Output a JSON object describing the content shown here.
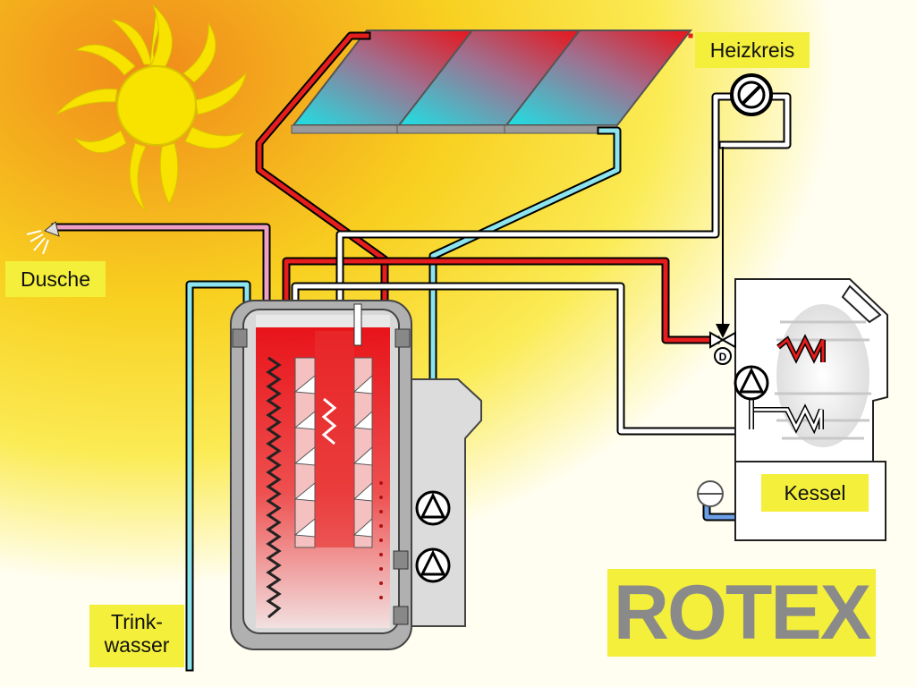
{
  "labels": {
    "heizkreis": "Heizkreis",
    "dusche": "Dusche",
    "kessel": "Kessel",
    "trinkwasser": "Trink-\nwasser",
    "valve_marker": "D"
  },
  "logo": {
    "text": "ROTEX"
  },
  "colors": {
    "hot_pipe": "#e51d1d",
    "cold_pipe": "#8ce4ee",
    "shower_pipe": "#ee9fc4",
    "return_pipe": "#ffffff",
    "blue_pipe": "#6b9fe6",
    "label_bg": "#f3ef3a",
    "logo_text": "#8a8a8a",
    "tank_shell": "#b0b0b0",
    "collector_hot": "#e02020",
    "collector_cold": "#1fd8dc",
    "sun": "#f7e200"
  },
  "icons": [
    "sun-icon",
    "shower-head-icon",
    "pump-icon",
    "thermostat-icon",
    "valve-icon",
    "pressure-gauge-icon"
  ]
}
